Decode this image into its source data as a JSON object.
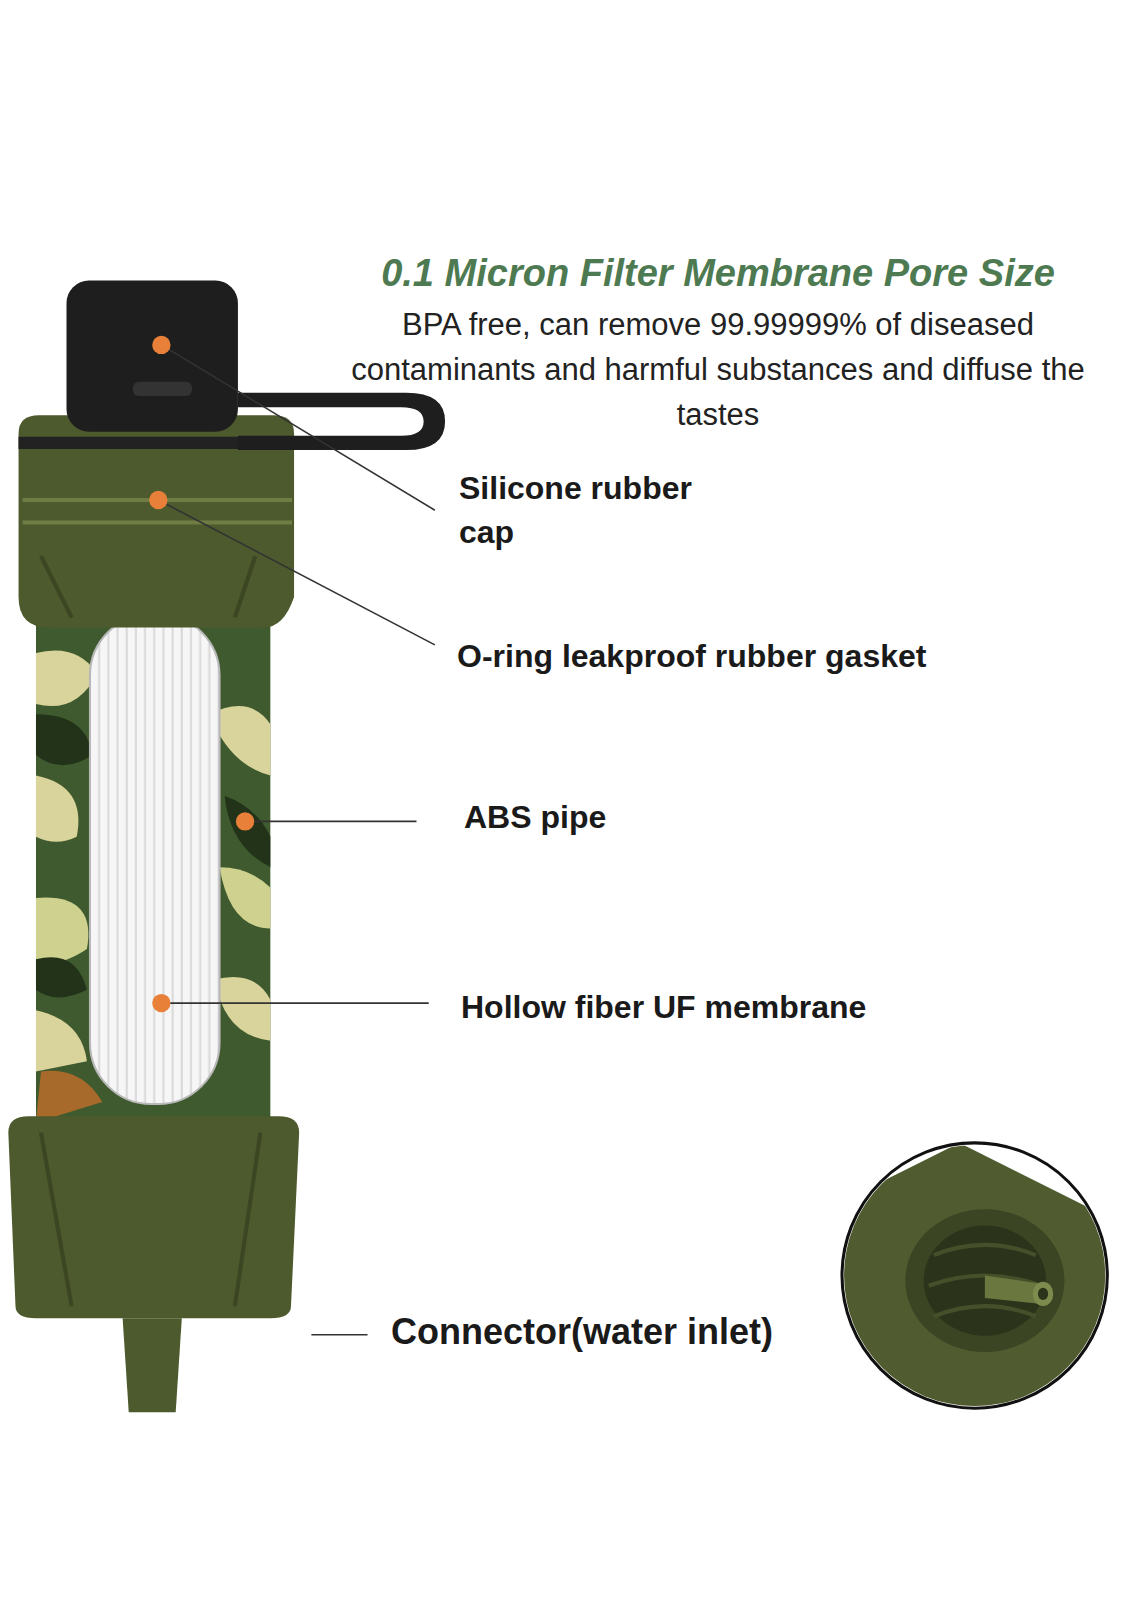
{
  "diagram": {
    "title": "0.1 Micron Filter Membrane Pore Size",
    "labels": [
      "BPA free, can remove 99.99999% of diseased contaminants and harmful substances and diffuse the tastes",
      "Silicone rubber cap",
      "O-ring leakproof rubber gasket",
      "ABS pipe",
      "Hollow fiber UF membrane",
      "Connector(water inlet)"
    ]
  }
}
